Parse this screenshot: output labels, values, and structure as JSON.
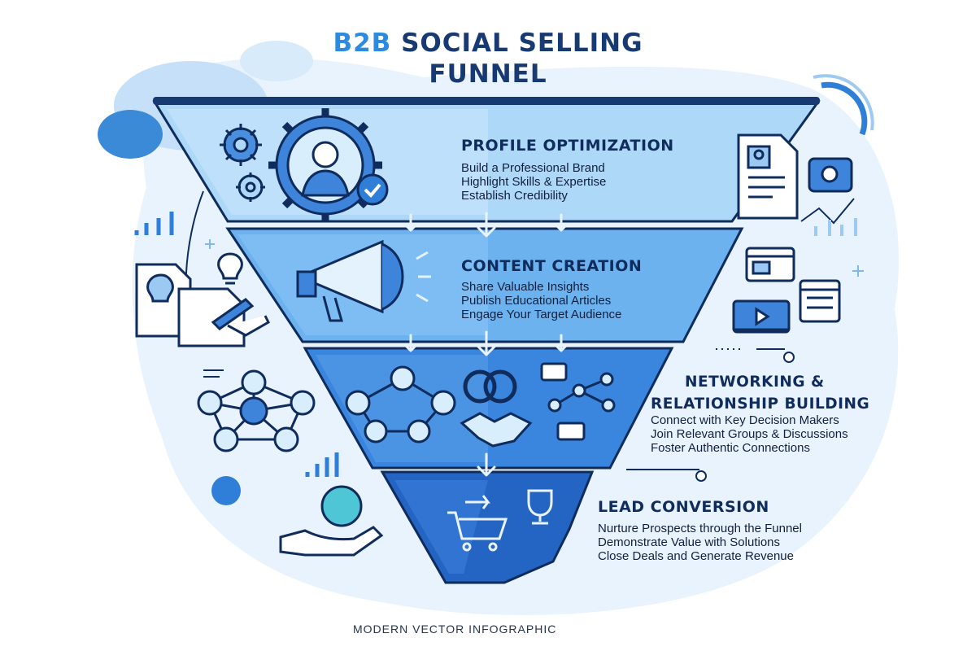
{
  "title": {
    "accent": "B2B",
    "line1_rest": "SOCIAL SELLING",
    "line2": "FUNNEL"
  },
  "stages": [
    {
      "title": "PROFILE OPTIMIZATION",
      "bullets": [
        "Build a Professional Brand",
        "Highlight Skills & Expertise",
        "Establish Credibility"
      ]
    },
    {
      "title": "CONTENT CREATION",
      "bullets": [
        "Share Valuable Insights",
        "Publish Educational Articles",
        "Engage Your Target Audience"
      ]
    },
    {
      "title_line1": "NETWORKING &",
      "title_line2": "RELATIONSHIP BUILDING",
      "bullets": [
        "Connect with Key Decision Makers",
        "Join Relevant Groups & Discussions",
        "Foster Authentic Connections"
      ]
    },
    {
      "title": "LEAD CONVERSION",
      "bullets": [
        "Nurture Prospects through the Funnel",
        "Demonstrate Value with Solutions",
        "Close Deals and Generate Revenue"
      ]
    }
  ],
  "footer": "MODERN VECTOR INFOGRAPHIC",
  "colors": {
    "title": "#173a72",
    "accent": "#2a8be0",
    "tier1": "#a9d4f5",
    "tier2": "#5ea8ec",
    "tier3": "#2f78d6",
    "tier4": "#1f5cb8",
    "outline": "#0f2c5c",
    "background_blob": "#e6f1fc"
  },
  "icons": {
    "tier1": [
      "gear-icon",
      "user-profile-gear-icon",
      "check-circle-icon",
      "profile-document-icon"
    ],
    "tier2": [
      "megaphone-icon",
      "lightbulb-document-icon",
      "video-play-icon",
      "browser-window-icon"
    ],
    "tier3": [
      "people-network-icon",
      "linked-rings-icon",
      "handshake-icon",
      "chat-bubble-icon",
      "node-graph-icon"
    ],
    "tier4": [
      "shopping-cart-icon",
      "trophy-icon",
      "dollar-hand-icon",
      "bar-chart-icon"
    ]
  }
}
